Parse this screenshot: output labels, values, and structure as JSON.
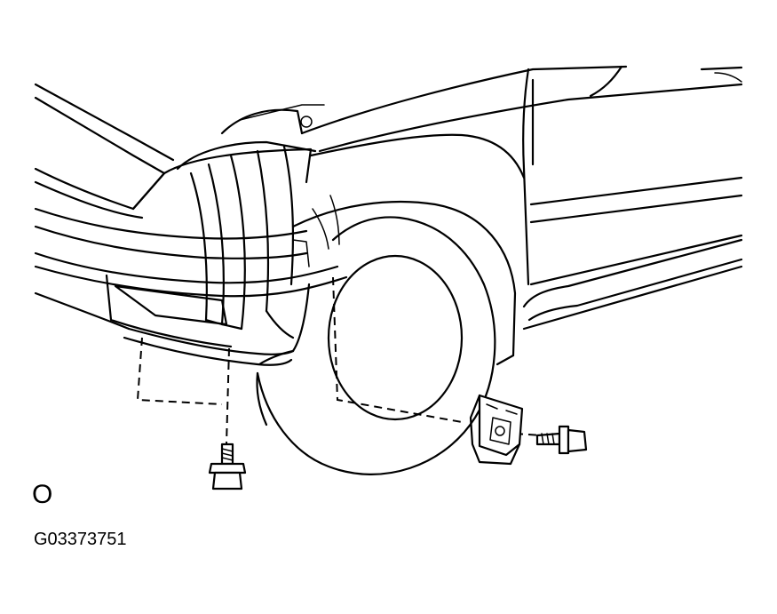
{
  "diagram": {
    "symbol": "O",
    "figure_code": "G03373751",
    "parts": [
      "vehicle-front-body",
      "fender-liner",
      "tire",
      "bumper-bracket",
      "bolt-lower",
      "bolt-side"
    ]
  },
  "colors": {
    "line": "#000000",
    "background": "#ffffff"
  }
}
